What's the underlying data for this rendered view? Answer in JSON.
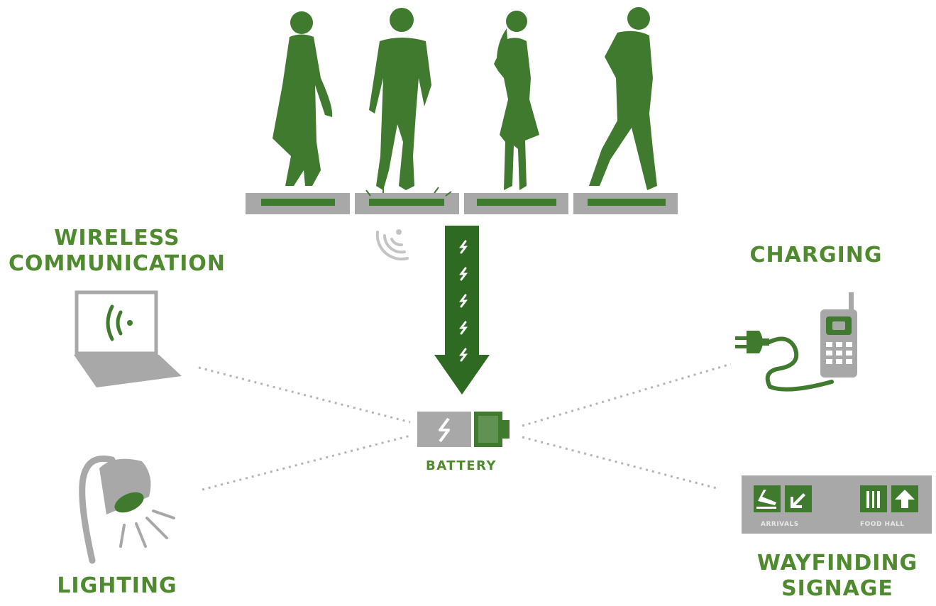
{
  "labels": {
    "wireless": [
      "WIRELESS",
      "COMMUNICATION"
    ],
    "charging": "CHARGING",
    "battery": "BATTERY",
    "lighting": "LIGHTING",
    "wayfinding": [
      "WAYFINDING",
      "SIGNAGE"
    ]
  },
  "signage": {
    "left_caption": "ARRIVALS",
    "right_caption": "FOOD HALL"
  },
  "colors": {
    "green": "#3f7a2f",
    "dark_green": "#2f6a22",
    "gray": "#a8a8a8",
    "light_gray": "#c4c4c4",
    "label_green": "#4f8a2f"
  },
  "icons": [
    "walking-person-icon",
    "wifi-icon",
    "energy-arrow-icon",
    "battery-icon",
    "laptop-icon",
    "lamp-icon",
    "plug-icon",
    "mobile-phone-icon",
    "wayfinding-sign-icon"
  ]
}
